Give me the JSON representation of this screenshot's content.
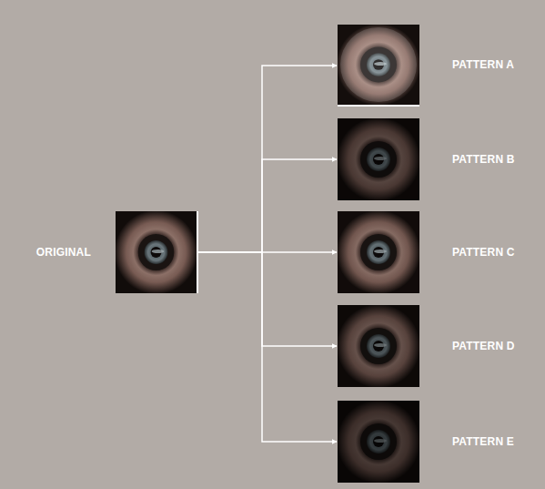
{
  "diagram": {
    "nodes": [
      {
        "text": [
          "ORIGINAL"
        ]
      },
      {
        "text": [
          "PATTERN A"
        ]
      },
      {
        "text": [
          "PATTERN B"
        ]
      },
      {
        "text": [
          "PATTERN C"
        ]
      },
      {
        "text": [
          "PATTERN D"
        ]
      },
      {
        "text": [
          "PATTERN E"
        ]
      }
    ],
    "edges": [
      {
        "from": 0,
        "to": 1,
        "arrow": "to"
      },
      {
        "from": 0,
        "to": 2,
        "arrow": "to"
      },
      {
        "from": 0,
        "to": 3,
        "arrow": "to"
      },
      {
        "from": 0,
        "to": 4,
        "arrow": "to"
      },
      {
        "from": 0,
        "to": 5,
        "arrow": "to"
      }
    ]
  }
}
